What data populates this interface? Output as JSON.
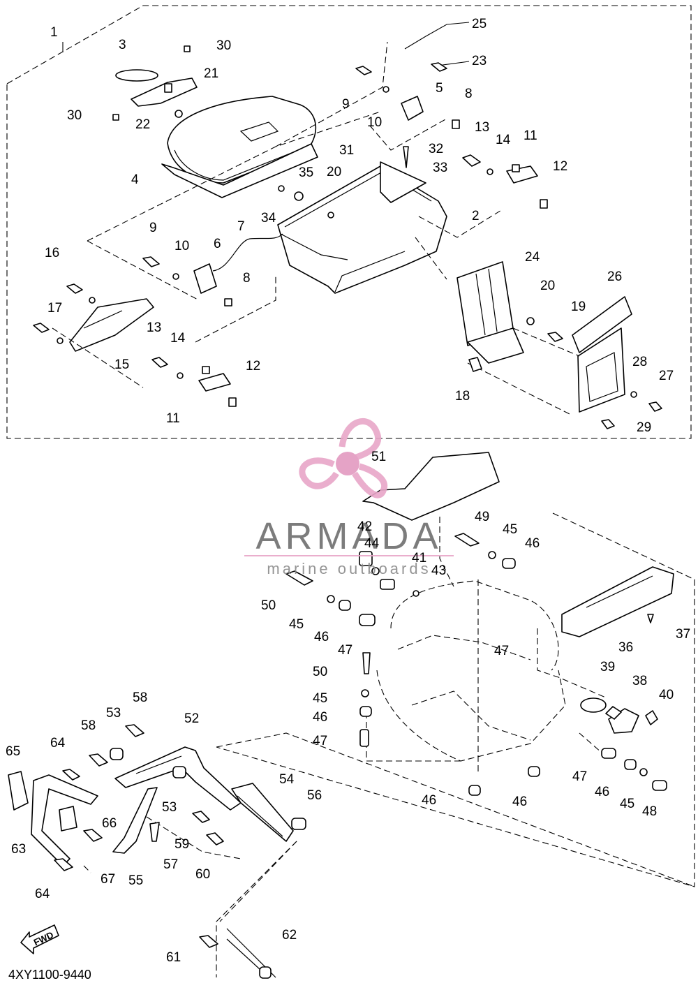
{
  "diagram": {
    "part_code": "4XY1100-9440",
    "fwd_label": "FWD",
    "labels": [
      "1",
      "2",
      "3",
      "4",
      "5",
      "6",
      "7",
      "8",
      "8",
      "9",
      "9",
      "10",
      "10",
      "11",
      "11",
      "12",
      "12",
      "13",
      "13",
      "14",
      "14",
      "15",
      "16",
      "17",
      "18",
      "19",
      "20",
      "20",
      "21",
      "22",
      "23",
      "24",
      "25",
      "26",
      "27",
      "28",
      "29",
      "30",
      "30",
      "31",
      "32",
      "33",
      "34",
      "35",
      "36",
      "37",
      "38",
      "39",
      "40",
      "41",
      "42",
      "43",
      "44",
      "45",
      "45",
      "45",
      "45",
      "46",
      "46",
      "46",
      "46",
      "46",
      "46",
      "47",
      "47",
      "47",
      "47",
      "48",
      "49",
      "50",
      "50",
      "51",
      "52",
      "53",
      "53",
      "54",
      "55",
      "56",
      "57",
      "58",
      "58",
      "59",
      "60",
      "61",
      "62",
      "63",
      "64",
      "64",
      "65",
      "66",
      "67"
    ]
  },
  "watermark": {
    "brand": "ARMADA",
    "tagline": "marine outboards",
    "accent_color": "#e8a6c8",
    "center_color": "#e39ac0"
  }
}
